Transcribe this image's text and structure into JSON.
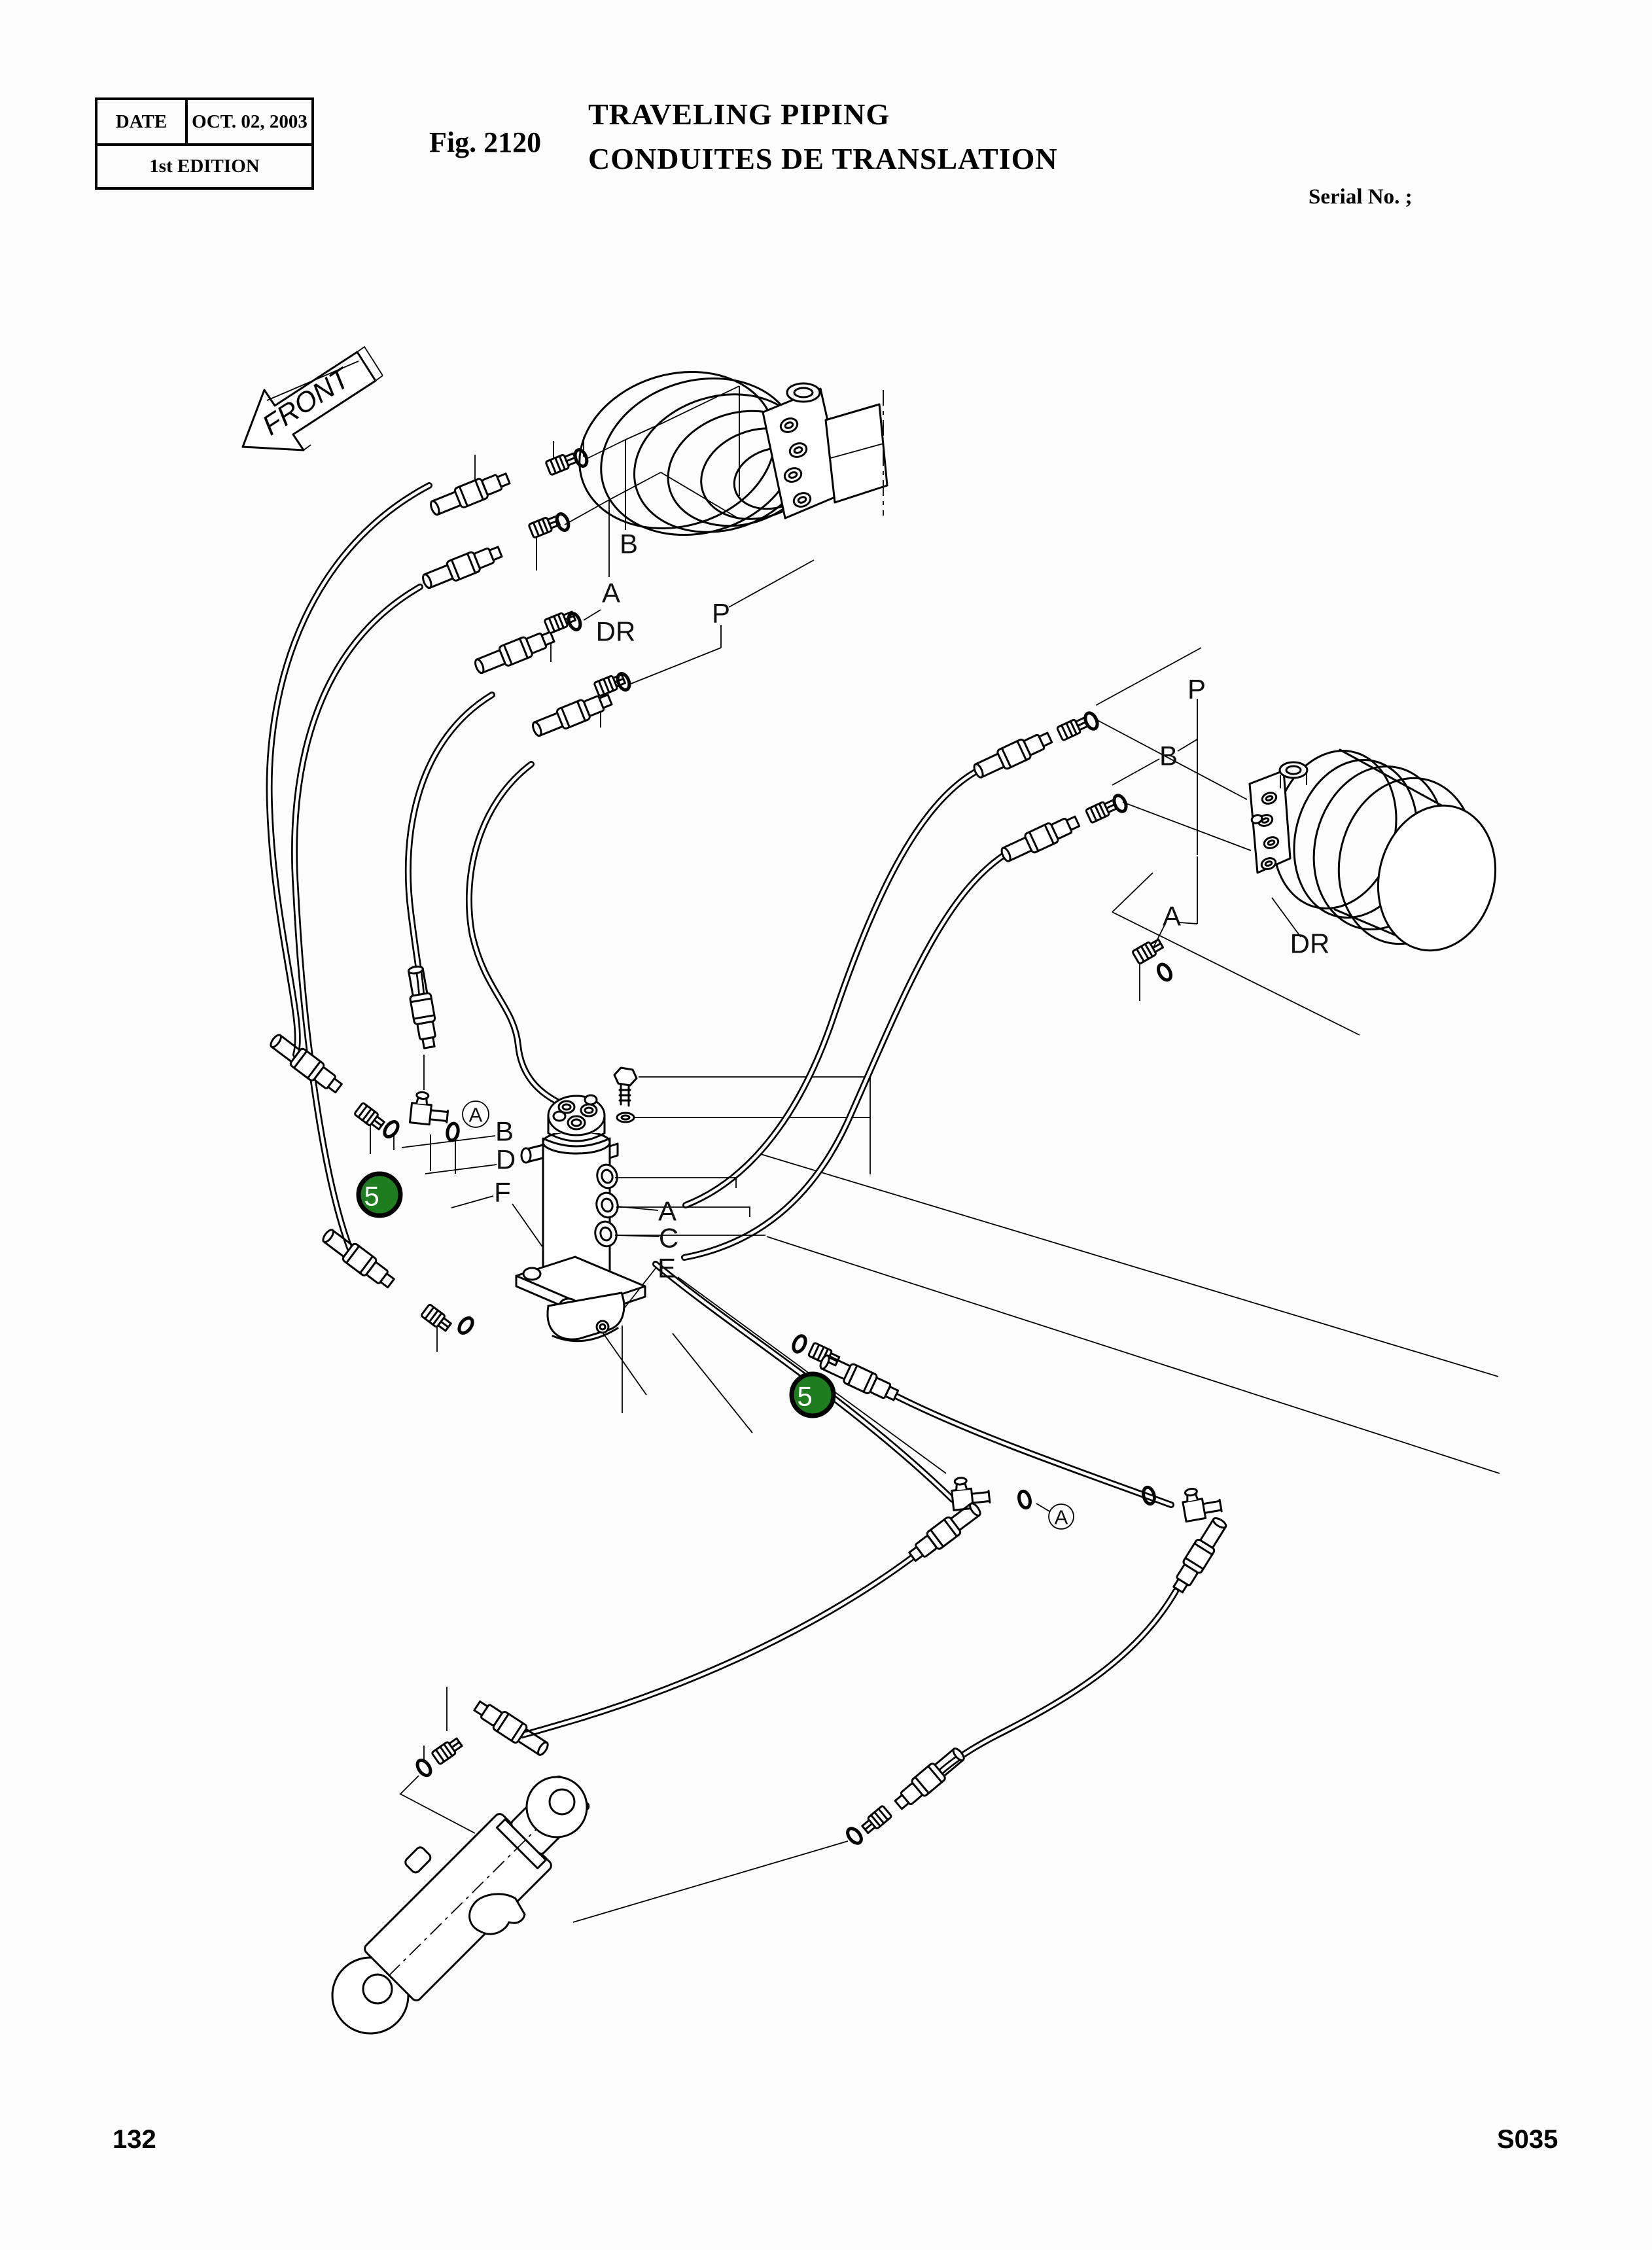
{
  "header": {
    "date_label": "DATE",
    "date_value": "OCT. 02, 2003",
    "edition": "1st EDITION",
    "fig_label": "Fig. 2120",
    "title_en": "TRAVELING PIPING",
    "title_fr": "CONDUITES DE TRANSLATION",
    "serial_label": "Serial No. ;"
  },
  "footer": {
    "page_number": "132",
    "doc_code": "S035"
  },
  "diagram": {
    "front_label": "FRONT",
    "left_motor": {
      "b": "B",
      "a": "A",
      "dr": "DR",
      "p": "P"
    },
    "right_motor": {
      "p": "P",
      "b": "B",
      "a": "A",
      "dr": "DR"
    },
    "swivel": {
      "circled_a": "A",
      "b": "B",
      "d": "D",
      "f": "F",
      "a": "A",
      "c": "C",
      "e": "E"
    },
    "bottom_circled_a": "A",
    "marker_1": "5",
    "marker_2": "5",
    "colors": {
      "marker_green": "#1e7d1e"
    }
  }
}
